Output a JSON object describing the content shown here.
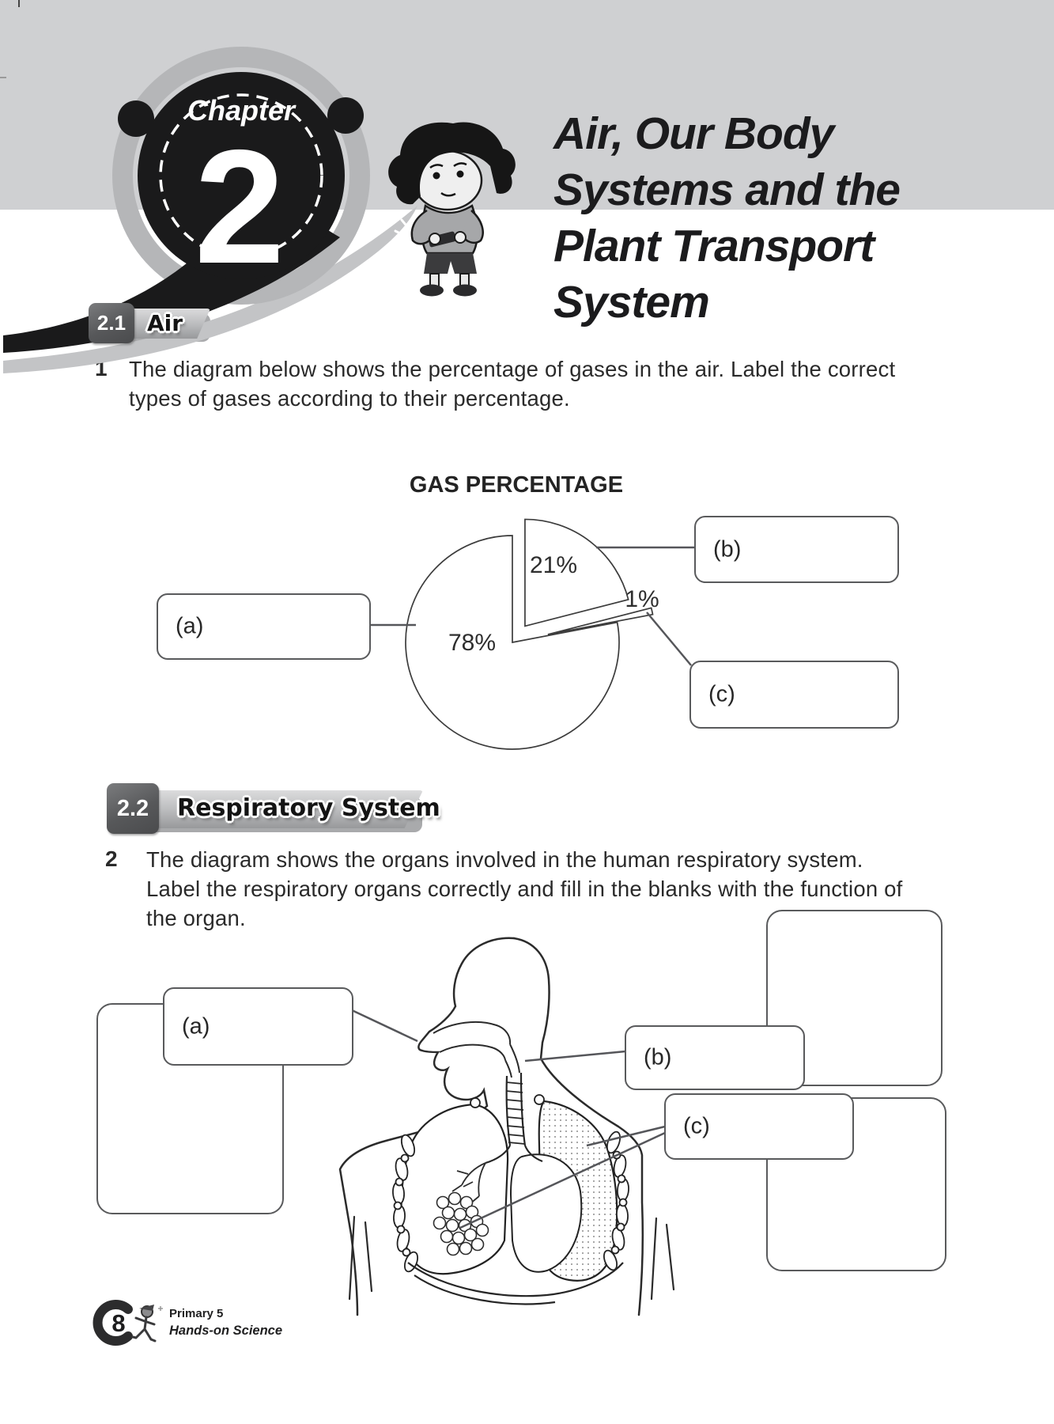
{
  "header": {
    "chapter_label": "Chapter",
    "chapter_number": "2",
    "title_lines": [
      "Air, Our Body",
      "Systems and the",
      "Plant Transport",
      "System"
    ]
  },
  "sections": [
    {
      "number": "2.1",
      "name": "Air"
    },
    {
      "number": "2.2",
      "name": "Respiratory System"
    }
  ],
  "questions": [
    {
      "number": "1",
      "lines": [
        "The diagram below shows the percentage of gases in the air. Label the correct",
        "types of gases according to their percentage."
      ]
    },
    {
      "number": "2",
      "lines": [
        "The diagram shows the organs involved in the human respiratory system.",
        "Label the respiratory organs correctly and fill in the blanks with the function of",
        "the organ."
      ]
    }
  ],
  "chart_data": {
    "type": "pie",
    "title": "GAS PERCENTAGE",
    "slices": [
      {
        "label": "21%",
        "value": 21,
        "exploded": true
      },
      {
        "label": "1%",
        "value": 1,
        "exploded": true
      },
      {
        "label": "78%",
        "value": 78,
        "exploded": false
      }
    ],
    "start_angle_deg": 0,
    "direction": "clockwise",
    "legend": false,
    "callout_boxes": [
      "(a)",
      "(b)",
      "(c)"
    ]
  },
  "pie_callouts": {
    "a": "(a)",
    "b": "(b)",
    "c": "(c)"
  },
  "resp_callouts": {
    "a": "(a)",
    "b": "(b)",
    "c": "(c)"
  },
  "footer": {
    "page_number": "8",
    "series": "Primary 5",
    "book_title": "Hands-on Science"
  }
}
